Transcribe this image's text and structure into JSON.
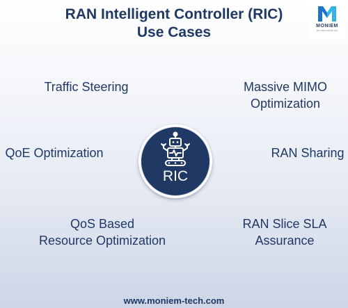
{
  "title": {
    "line1": "RAN Intelligent Controller (RIC)",
    "line2": "Use Cases"
  },
  "logo": {
    "name": "MONIEM",
    "tagline": "the ultra mobile exp",
    "accent_colors": [
      "#1e73c8",
      "#34b5e8"
    ]
  },
  "hub": {
    "label": "RIC",
    "icon": "robot-icon",
    "color": "#1f3864"
  },
  "use_cases": {
    "traffic_steering": [
      "Traffic Steering"
    ],
    "massive_mimo": [
      "Massive MIMO",
      "Optimization"
    ],
    "qoe": [
      "QoE Optimization"
    ],
    "ran_sharing": [
      "RAN Sharing"
    ],
    "qos": [
      "QoS Based",
      "Resource Optimization"
    ],
    "slice_sla": [
      "RAN Slice SLA",
      "Assurance"
    ]
  },
  "footer": {
    "url": "www.moniem-tech.com"
  }
}
